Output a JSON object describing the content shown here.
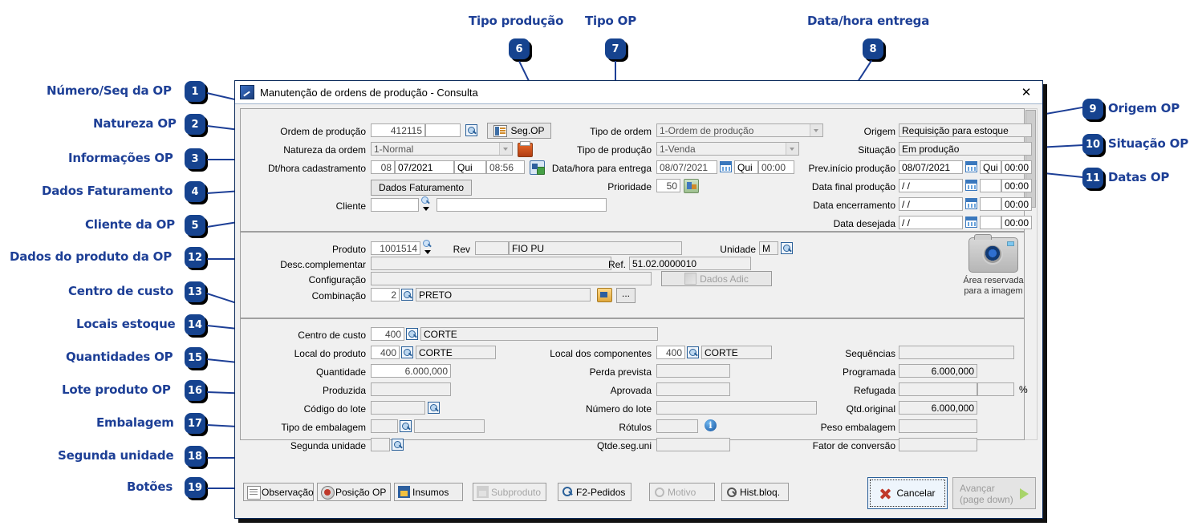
{
  "window": {
    "title": "Manutenção de ordens de produção - Consulta",
    "icon": "app-icon",
    "close_icon": "close-icon"
  },
  "annotations": {
    "left": [
      {
        "n": "1",
        "label": "Número/Seq da OP"
      },
      {
        "n": "2",
        "label": "Natureza OP"
      },
      {
        "n": "3",
        "label": "Informações OP"
      },
      {
        "n": "4",
        "label": "Dados Faturamento"
      },
      {
        "n": "5",
        "label": "Cliente da OP"
      },
      {
        "n": "12",
        "label": "Dados do produto da OP"
      },
      {
        "n": "13",
        "label": "Centro de custo"
      },
      {
        "n": "14",
        "label": "Locais estoque"
      },
      {
        "n": "15",
        "label": "Quantidades OP"
      },
      {
        "n": "16",
        "label": "Lote produto OP"
      },
      {
        "n": "17",
        "label": "Embalagem"
      },
      {
        "n": "18",
        "label": "Segunda unidade"
      },
      {
        "n": "19",
        "label": "Botões"
      }
    ],
    "top": [
      {
        "n": "6",
        "label": "Tipo produção"
      },
      {
        "n": "7",
        "label": "Tipo OP"
      },
      {
        "n": "8",
        "label": "Data/hora entrega"
      }
    ],
    "right": [
      {
        "n": "9",
        "label": "Origem OP"
      },
      {
        "n": "10",
        "label": "Situação OP"
      },
      {
        "n": "11",
        "label": "Datas OP"
      }
    ],
    "accent_color": "#1d3f96",
    "badge_color": "#16438f"
  },
  "section_order": {
    "ordem_producao_label": "Ordem de produção",
    "ordem_producao_value": "412115",
    "ordem_producao_seq": "",
    "seg_op_button": "Seg.OP",
    "natureza_label": "Natureza da ordem",
    "natureza_value": "1-Normal",
    "dthora_label": "Dt/hora cadastramento",
    "dthora_dia": "08",
    "dthora_data": "07/2021",
    "dthora_dow": "Qui",
    "dthora_hora": "08:56",
    "dados_faturamento_button": "Dados Faturamento",
    "cliente_label": "Cliente",
    "cliente_codigo": "",
    "cliente_nome": ""
  },
  "section_tipo": {
    "tipo_ordem_label": "Tipo de ordem",
    "tipo_ordem_value": "1-Ordem de produção",
    "tipo_producao_label": "Tipo de produção",
    "tipo_producao_value": "1-Venda",
    "data_entrega_label": "Data/hora para entrega",
    "data_entrega_value": "08/07/2021",
    "data_entrega_dow": "Qui",
    "data_entrega_hora": "00:00",
    "prioridade_label": "Prioridade",
    "prioridade_value": "50"
  },
  "section_status": {
    "origem_label": "Origem",
    "origem_value": "Requisição para estoque",
    "situacao_label": "Situação",
    "situacao_value": "Em produção",
    "prev_inicio_label": "Prev.início produção",
    "prev_inicio_data": "08/07/2021",
    "prev_inicio_dow": "Qui",
    "prev_inicio_hora": "00:00",
    "data_final_label": "Data final produção",
    "data_final_data": "/  /",
    "data_final_dow": "",
    "data_final_hora": "00:00",
    "data_encerr_label": "Data encerramento",
    "data_encerr_data": "/  /",
    "data_encerr_dow": "",
    "data_encerr_hora": "00:00",
    "data_desejada_label": "Data desejada",
    "data_desejada_data": "/  /",
    "data_desejada_dow": "",
    "data_desejada_hora": "00:00"
  },
  "section_produto": {
    "produto_label": "Produto",
    "produto_codigo": "1001514",
    "rev_label": "Rev",
    "rev_value": "",
    "produto_desc": "FIO PU",
    "unidade_label": "Unidade",
    "unidade_value": "M",
    "desc_compl_label": "Desc.complementar",
    "desc_compl_value": "",
    "ref_label": "Ref.",
    "ref_value": "51.02.0000010",
    "configuracao_label": "Configuração",
    "configuracao_value": "",
    "dados_adic_button": "Dados Adic",
    "combinacao_label": "Combinação",
    "combinacao_codigo": "2",
    "combinacao_desc": "PRETO",
    "more_button": "...",
    "image_area_line1": "Área reservada",
    "image_area_line2": "para a imagem",
    "camera_icon": "camera-icon"
  },
  "section_quantidades": {
    "centro_custo_label": "Centro de custo",
    "centro_custo_codigo": "400",
    "centro_custo_desc": "CORTE",
    "local_produto_label": "Local do produto",
    "local_produto_codigo": "400",
    "local_produto_desc": "CORTE",
    "local_componentes_label": "Local dos componentes",
    "local_componentes_codigo": "400",
    "local_componentes_desc": "CORTE",
    "quantidade_label": "Quantidade",
    "quantidade_value": "6.000,000",
    "perda_prevista_label": "Perda prevista",
    "perda_prevista_value": "",
    "produzida_label": "Produzida",
    "produzida_value": "",
    "aprovada_label": "Aprovada",
    "aprovada_value": "",
    "codigo_lote_label": "Código do lote",
    "codigo_lote_value": "",
    "numero_lote_label": "Número do lote",
    "numero_lote_value": "",
    "tipo_embalagem_label": "Tipo de embalagem",
    "tipo_embalagem_codigo": "",
    "tipo_embalagem_desc": "",
    "rotulos_label": "Rótulos",
    "rotulos_value": "",
    "segunda_unidade_label": "Segunda unidade",
    "segunda_unidade_value": "",
    "qtde_seg_uni_label": "Qtde.seg.uni",
    "qtde_seg_uni_value": "",
    "sequencias_label": "Sequências",
    "sequencias_value": "",
    "programada_label": "Programada",
    "programada_value": "6.000,000",
    "refugada_label": "Refugada",
    "refugada_value": "",
    "refugada_pct": "",
    "pct_symbol": "%",
    "qtd_original_label": "Qtd.original",
    "qtd_original_value": "6.000,000",
    "peso_embalagem_label": "Peso embalagem",
    "peso_embalagem_value": "",
    "fator_conversao_label": "Fator de conversão",
    "fator_conversao_value": ""
  },
  "footer": {
    "buttons": [
      {
        "label": "Observação",
        "icon": "note-icon",
        "disabled": false
      },
      {
        "label": "Posição OP",
        "icon": "gauge-icon",
        "disabled": false
      },
      {
        "label": "Insumos",
        "icon": "boxes-icon",
        "disabled": false
      },
      {
        "label": "Subproduto",
        "icon": "boxes-gray-icon",
        "disabled": true
      },
      {
        "label": "F2-Pedidos",
        "icon": "search-icon",
        "disabled": false
      },
      {
        "label": "Motivo",
        "icon": "search-gray-icon",
        "disabled": true
      },
      {
        "label": "Hist.bloq.",
        "icon": "search-icon",
        "disabled": false
      }
    ],
    "cancel_label": "Cancelar",
    "cancel_icon": "red-x-icon",
    "advance_line1": "Avançar",
    "advance_line2": "(page down)",
    "advance_icon": "green-arrow-icon"
  }
}
